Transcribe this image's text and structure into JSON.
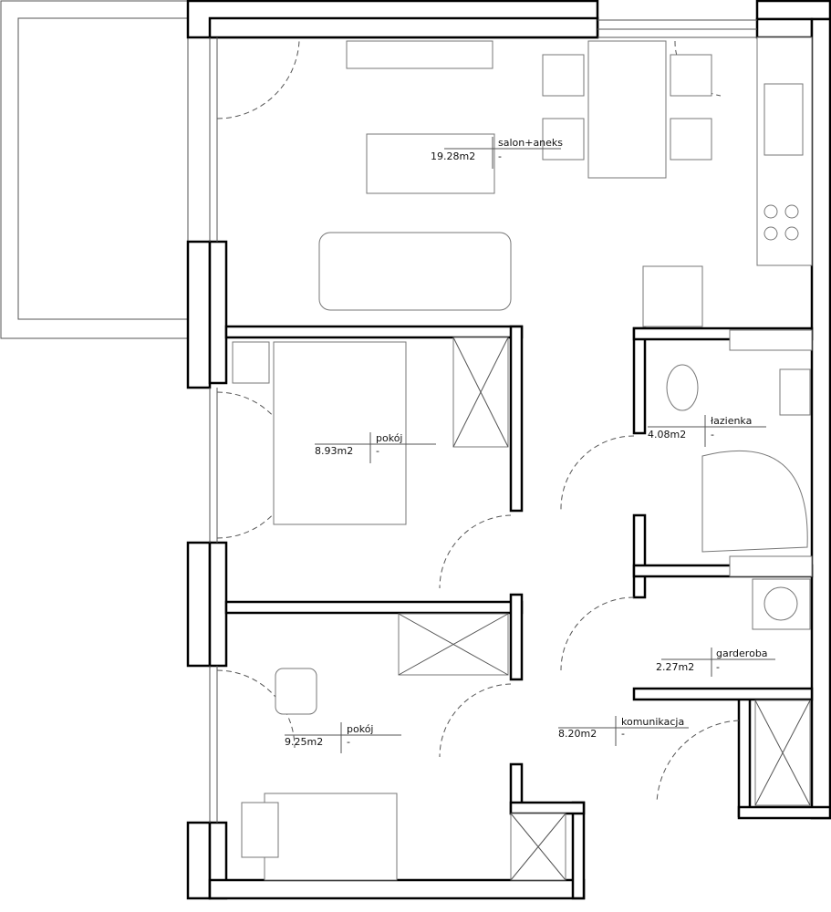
{
  "rooms": [
    {
      "name": "salon+aneks",
      "area": "19.28m2",
      "note": "-"
    },
    {
      "name": "pokój",
      "area": "8.93m2",
      "note": "-"
    },
    {
      "name": "łazienka",
      "area": "4.08m2",
      "note": "-"
    },
    {
      "name": "garderoba",
      "area": "2.27m2",
      "note": "-"
    },
    {
      "name": "komunikacja",
      "area": "8.20m2",
      "note": "-"
    },
    {
      "name": "pokój",
      "area": "9.25m2",
      "note": "-"
    }
  ]
}
